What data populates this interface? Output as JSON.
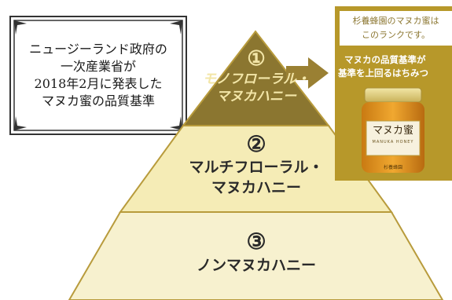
{
  "info_box": {
    "lines": [
      "ニュージーランド政府の",
      "一次産業省が",
      "2018年2月に発表した",
      "マヌカ蜜の品質基準"
    ]
  },
  "pyramid": {
    "tier1": {
      "number": "①",
      "lines": [
        "モノフローラル・",
        "マヌカハニー"
      ]
    },
    "tier2": {
      "number": "②",
      "lines": [
        "マルチフローラル・",
        "マヌカハニー"
      ]
    },
    "tier3": {
      "number": "③",
      "lines": [
        "ノンマヌカハニー"
      ]
    }
  },
  "product_panel": {
    "header_lines": [
      "杉養蜂園のマヌカ蜜は",
      "このランクです。"
    ],
    "sub_lines": [
      "マヌカの品質基準が",
      "基準を上回るはちみつ"
    ],
    "jar_label": "マヌカ蜜",
    "jar_sublabel": "MANUKA HONEY",
    "jar_maker": "杉養蜂園"
  },
  "colors": {
    "tier1": "#8b7630",
    "tier2": "#f5ecb6",
    "tier3": "#f7f1cf",
    "tier_border": "#b89b3c",
    "panel": "#b7982a",
    "arrow": "#9a8033",
    "tier1_text": "#f3e6a8"
  }
}
